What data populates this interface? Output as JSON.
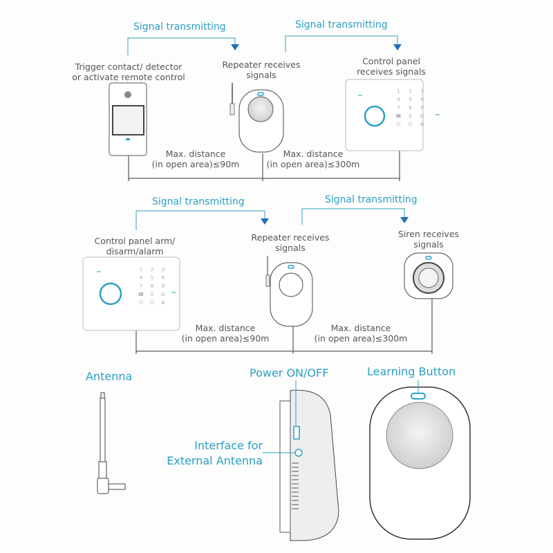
{
  "colors": {
    "accent": "#2a9fc4",
    "arrow": "#1f6fb8",
    "line": "#333333"
  },
  "row1": {
    "signal_1": "Signal transmitting",
    "signal_2": "Signal transmitting",
    "trigger_label_1": "Trigger  contact/ detector",
    "trigger_label_2": "or activate remote control",
    "repeater_label_1": "Repeater receives",
    "repeater_label_2": "signals",
    "panel_label_1": "Control panel",
    "panel_label_2": "receives signals",
    "dist_a_1": "Max. distance",
    "dist_a_2": "(in open area)≤90m",
    "dist_b_1": "Max. distance",
    "dist_b_2": "(in open area)≤300m"
  },
  "row2": {
    "signal_1": "Signal transmitting",
    "signal_2": "Signal transmitting",
    "panel_label_1": "Control panel arm/",
    "panel_label_2": "disarm/alarm",
    "repeater_label_1": "Repeater receives",
    "repeater_label_2": "signals",
    "siren_label_1": "Siren receives",
    "siren_label_2": "signals",
    "dist_a_1": "Max. distance",
    "dist_a_2": "(in open area)≤90m",
    "dist_b_1": "Max. distance",
    "dist_b_2": "(in open area)≤300m"
  },
  "parts": {
    "antenna": "Antenna",
    "power": "Power ON/OFF",
    "interface_1": "Interface for",
    "interface_2": "External Antenna",
    "learning": "Learning Button"
  },
  "keypad": [
    "1",
    "2",
    "3",
    "4",
    "5",
    "6",
    "7",
    "8",
    "9",
    "☎",
    "0",
    "⊟",
    "⏻",
    "⏻",
    "⊕"
  ]
}
